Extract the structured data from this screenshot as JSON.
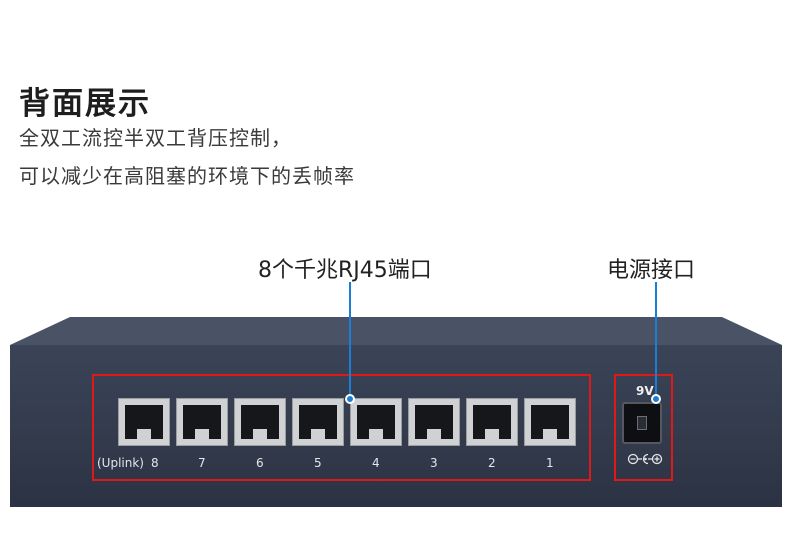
{
  "heading": "背面展示",
  "description": {
    "line1": "全双工流控半双工背压控制，",
    "line2": "可以减少在高阻塞的环境下的丢帧率"
  },
  "callouts": {
    "ports": "8个千兆RJ45端口",
    "power": "电源接口"
  },
  "device": {
    "ports": [
      {
        "label": "8"
      },
      {
        "label": "7"
      },
      {
        "label": "6"
      },
      {
        "label": "5"
      },
      {
        "label": "4"
      },
      {
        "label": "3"
      },
      {
        "label": "2"
      },
      {
        "label": "1"
      }
    ],
    "uplink_label": "(Uplink)",
    "voltage_label": "9V"
  },
  "colors": {
    "highlight": "#e01818",
    "leader": "#1a7fd4",
    "chassis": "#343c4e"
  },
  "icons": [
    "rj45-port-icon",
    "dc-jack-icon",
    "polarity-symbol-icon"
  ]
}
